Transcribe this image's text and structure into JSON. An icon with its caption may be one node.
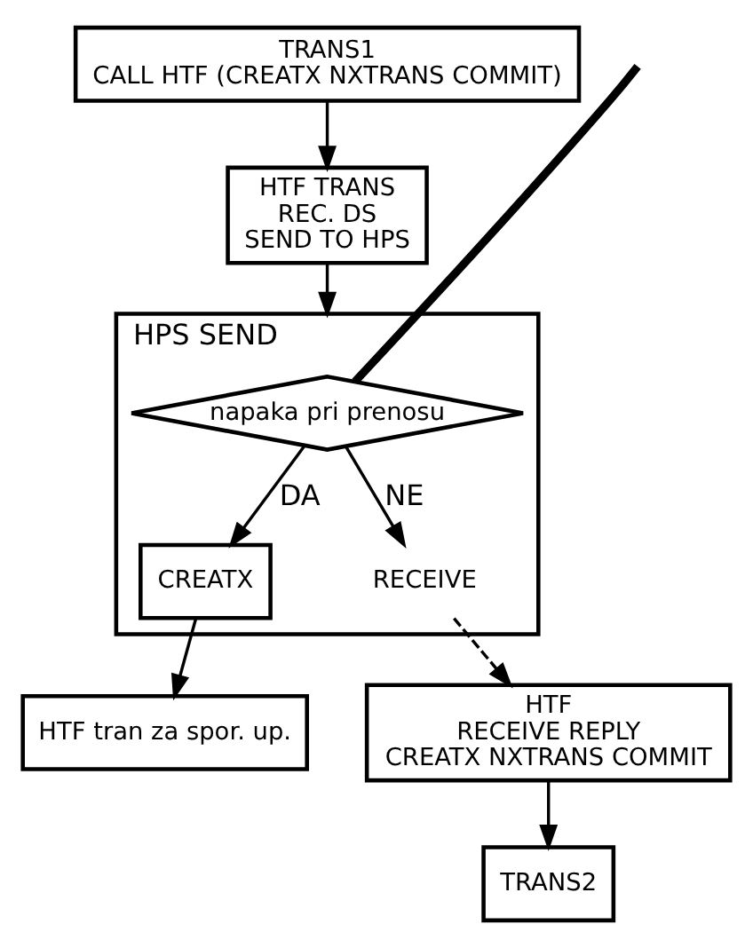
{
  "diagram": {
    "nodes": [
      {
        "text": [
          "TRANS1",
          "CALL HTF (CREATX NXTRANS COMMIT)"
        ]
      },
      {
        "text": [
          "HTF TRANS",
          "REC. DS",
          "SEND TO HPS"
        ]
      },
      {
        "text": [
          "HPS SEND"
        ]
      },
      {
        "text": [
          "napaka pri prenosu"
        ],
        "in": 2
      },
      {
        "text": [
          "CREATX"
        ],
        "in": 2
      },
      {
        "text": [
          "RECEIVE"
        ],
        "in": 2
      },
      {
        "text": [
          "HTF tran za spor. up."
        ]
      },
      {
        "text": [
          "HTF",
          "RECEIVE REPLY",
          "CREATX NXTRANS COMMIT"
        ]
      },
      {
        "text": [
          "TRANS2"
        ]
      }
    ],
    "edges": [
      {
        "from": 0,
        "to": 1,
        "arrow": "to"
      },
      {
        "from": 1,
        "to": 2,
        "arrow": "to"
      },
      {
        "from": 3,
        "to": null,
        "arrow": "none",
        "style": "thick"
      },
      {
        "from": 3,
        "to": 4,
        "label": "DA",
        "arrow": "to"
      },
      {
        "from": 3,
        "to": 5,
        "label": "NE",
        "arrow": "to"
      },
      {
        "from": 4,
        "to": 6,
        "arrow": "to"
      },
      {
        "from": 5,
        "to": 7,
        "arrow": "to",
        "style": "dashed"
      },
      {
        "from": 7,
        "to": 8,
        "arrow": "to"
      }
    ]
  }
}
